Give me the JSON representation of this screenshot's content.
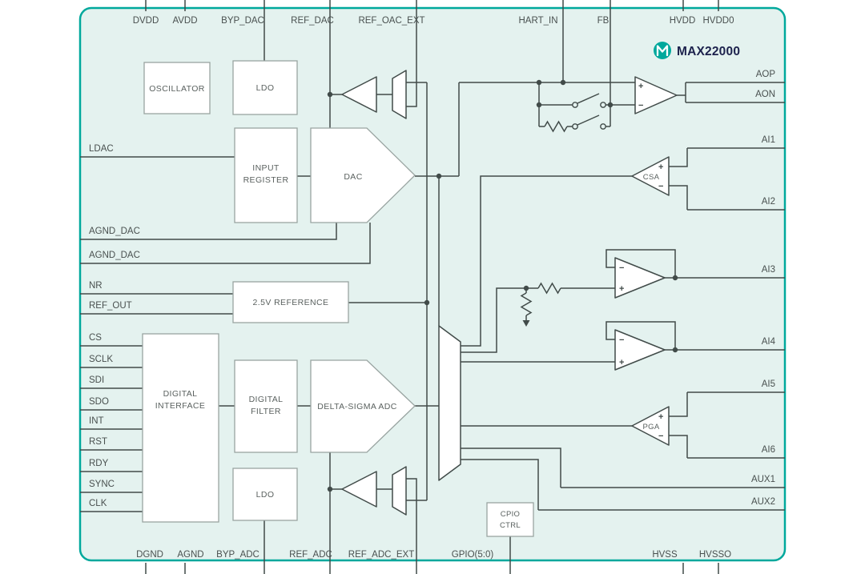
{
  "brand": {
    "name": "MAX22000",
    "logo": "maxim-logo"
  },
  "colors": {
    "panel_fill": "#e4f2ef",
    "panel_border": "#00a89c",
    "wire": "#414b49",
    "block_border": "#99a4a1",
    "block_fill": "#ffffff",
    "pin_text": "#49504f",
    "brand_text": "#1d224d"
  },
  "pins": {
    "top": [
      "DVDD",
      "AVDD",
      "BYP_DAC",
      "REF_DAC",
      "REF_OAC_EXT",
      "HART_IN",
      "FB",
      "HVDD",
      "HVDD0"
    ],
    "bottom": [
      "DGND",
      "AGND",
      "BYP_ADC",
      "REF_ADC",
      "REF_ADC_EXT",
      "GPIO(5:0)",
      "HVSS",
      "HVSSO"
    ],
    "left": [
      "LDAC",
      "AGND_DAC",
      "AGND_DAC",
      "NR",
      "REF_OUT",
      "CS",
      "SCLK",
      "SDI",
      "SDO",
      "INT",
      "RST",
      "RDY",
      "SYNC",
      "CLK"
    ],
    "right": [
      "AOP",
      "AON",
      "AI1",
      "AI2",
      "AI3",
      "AI4",
      "AI5",
      "AI6",
      "AUX1",
      "AUX2"
    ]
  },
  "blocks": {
    "oscillator": "OSCILLATOR",
    "ldo_dac": "LDO",
    "input_register_line1": "INPUT",
    "input_register_line2": "REGISTER",
    "dac": "DAC",
    "reference": "2.5V REFERENCE",
    "digital_interface_line1": "DIGITAL",
    "digital_interface_line2": "INTERFACE",
    "digital_filter_line1": "DIGITAL",
    "digital_filter_line2": "FILTER",
    "adc": "DELTA-SIGMA ADC",
    "ldo_adc": "LDO",
    "gpio_ctrl_line1": "CPIO",
    "gpio_ctrl_line2": "CTRL",
    "csa": "CSA",
    "pga": "PGA"
  },
  "symbols": {
    "plus": "+",
    "minus": "−"
  }
}
